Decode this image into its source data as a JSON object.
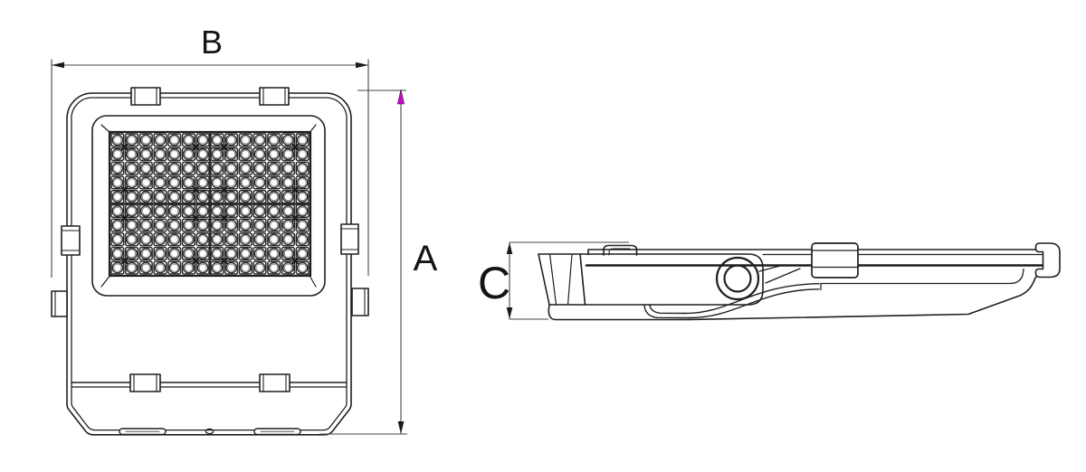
{
  "diagram": {
    "kind": "floodlight-dimension-drawing",
    "labels": {
      "width": "B",
      "height": "A",
      "depth": "C"
    },
    "colors": {
      "background": "#ffffff",
      "line": "#1f1f1f",
      "dim_line": "#464646",
      "accent_arrow": "#d400d4",
      "grid_line": "#2b2b2b"
    },
    "led_grid": {
      "columns": 14,
      "rows": 10,
      "total_lenses": 140,
      "screw_col_lines": [
        1,
        6,
        8,
        13
      ],
      "screw_row_lines": [
        1,
        4,
        6,
        9
      ]
    }
  }
}
